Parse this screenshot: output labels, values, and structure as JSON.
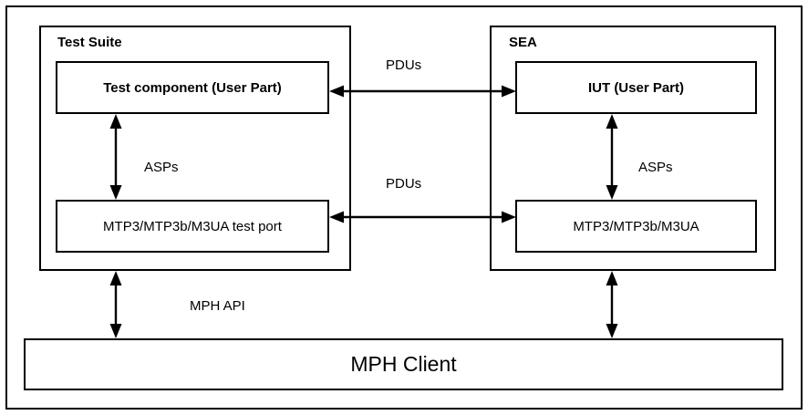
{
  "diagram": {
    "title_visible": false,
    "groups": [
      {
        "id": "test-suite",
        "label": "Test Suite"
      },
      {
        "id": "sea",
        "label": "SEA"
      }
    ],
    "boxes": [
      {
        "id": "test-component",
        "label": "Test component (User Part)"
      },
      {
        "id": "iut",
        "label": "IUT (User Part)"
      },
      {
        "id": "test-port",
        "label": "MTP3/MTP3b/M3UA test port"
      },
      {
        "id": "sea-stack",
        "label": "MTP3/MTP3b/M3UA"
      },
      {
        "id": "mph-client",
        "label": "MPH Client"
      }
    ],
    "connector_labels": {
      "pdus_top": "PDUs",
      "pdus_bottom": "PDUs",
      "asps_left": "ASPs",
      "asps_right": "ASPs",
      "mph_api": "MPH API"
    },
    "colors": {
      "stroke": "#000000",
      "fill": "#ffffff",
      "text": "#000000"
    }
  }
}
